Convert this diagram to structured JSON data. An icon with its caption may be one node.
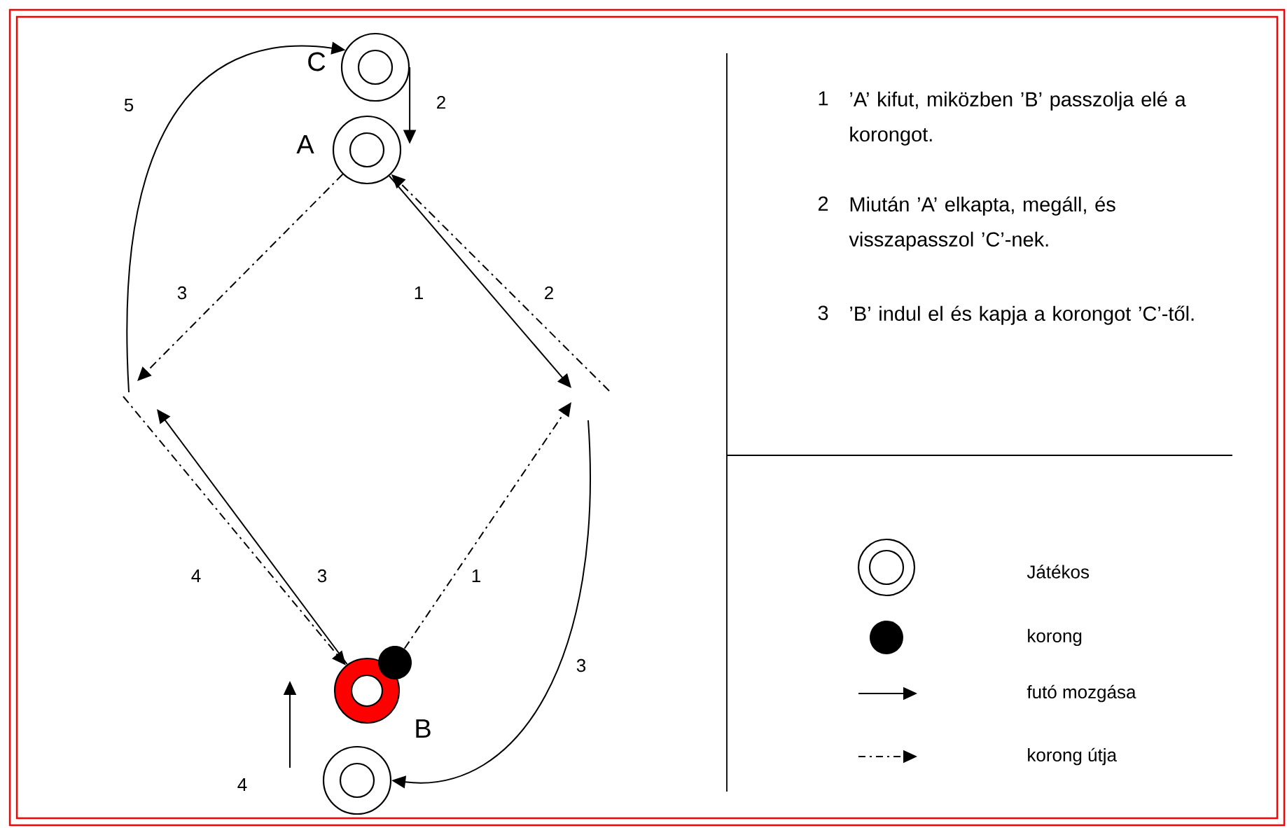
{
  "diagram": {
    "nodes": [
      {
        "text": [],
        "shape": "circle",
        "beside": [
          "C"
        ]
      },
      {
        "text": [],
        "shape": "circle",
        "beside": [
          "A"
        ]
      },
      {
        "text": [],
        "shape": "circle",
        "beside": [
          "B"
        ]
      },
      {
        "text": [],
        "shape": "circle"
      },
      {
        "text": [],
        "shape": "circle"
      }
    ],
    "edges": [
      {
        "from": 1,
        "to": null,
        "arrow": "to",
        "label": "1"
      },
      {
        "from": null,
        "to": 1,
        "arrow": "to",
        "label": "2",
        "style": "dashed"
      },
      {
        "from": 1,
        "to": null,
        "arrow": "to",
        "label": "3",
        "style": "dashed"
      },
      {
        "from": 2,
        "to": null,
        "arrow": "to",
        "label": "3"
      },
      {
        "from": null,
        "to": 2,
        "arrow": "to",
        "label": "4",
        "style": "dashed"
      },
      {
        "from": 3,
        "to": null,
        "arrow": "to",
        "label": "1",
        "style": "dashed"
      },
      {
        "from": null,
        "to": 0,
        "arrow": "to",
        "label": "5"
      },
      {
        "from": null,
        "to": 4,
        "arrow": "to",
        "label": "3"
      },
      {
        "from": 0,
        "to": 1,
        "arrow": "to",
        "label": "2"
      }
    ],
    "labels": [
      "1",
      "’A’ kifut, miközben ’B’ passzolja elé a korongot.",
      "2",
      "Miután ’A’ elkapta, megáll, és visszapasszol ’C’-nek.",
      "3",
      "’B’ indul el és kapja a korongot ’C’-től.",
      "4"
    ],
    "legend": [
      {
        "text": "Játékos"
      },
      {
        "text": "korong"
      },
      {
        "text": "futó mozgása"
      },
      {
        "text": "korong útja"
      }
    ]
  }
}
